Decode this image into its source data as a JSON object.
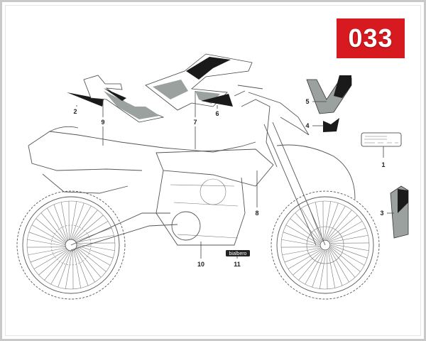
{
  "diagram_number": "033",
  "callouts": [
    "1",
    "2",
    "3",
    "4",
    "5",
    "6",
    "7",
    "8",
    "9",
    "10",
    "11"
  ],
  "sticker_11_text": "bialbero",
  "colors": {
    "badge": "#d71a1f",
    "decal_gray": "#9aa19e",
    "decal_black": "#1a1a1a"
  }
}
